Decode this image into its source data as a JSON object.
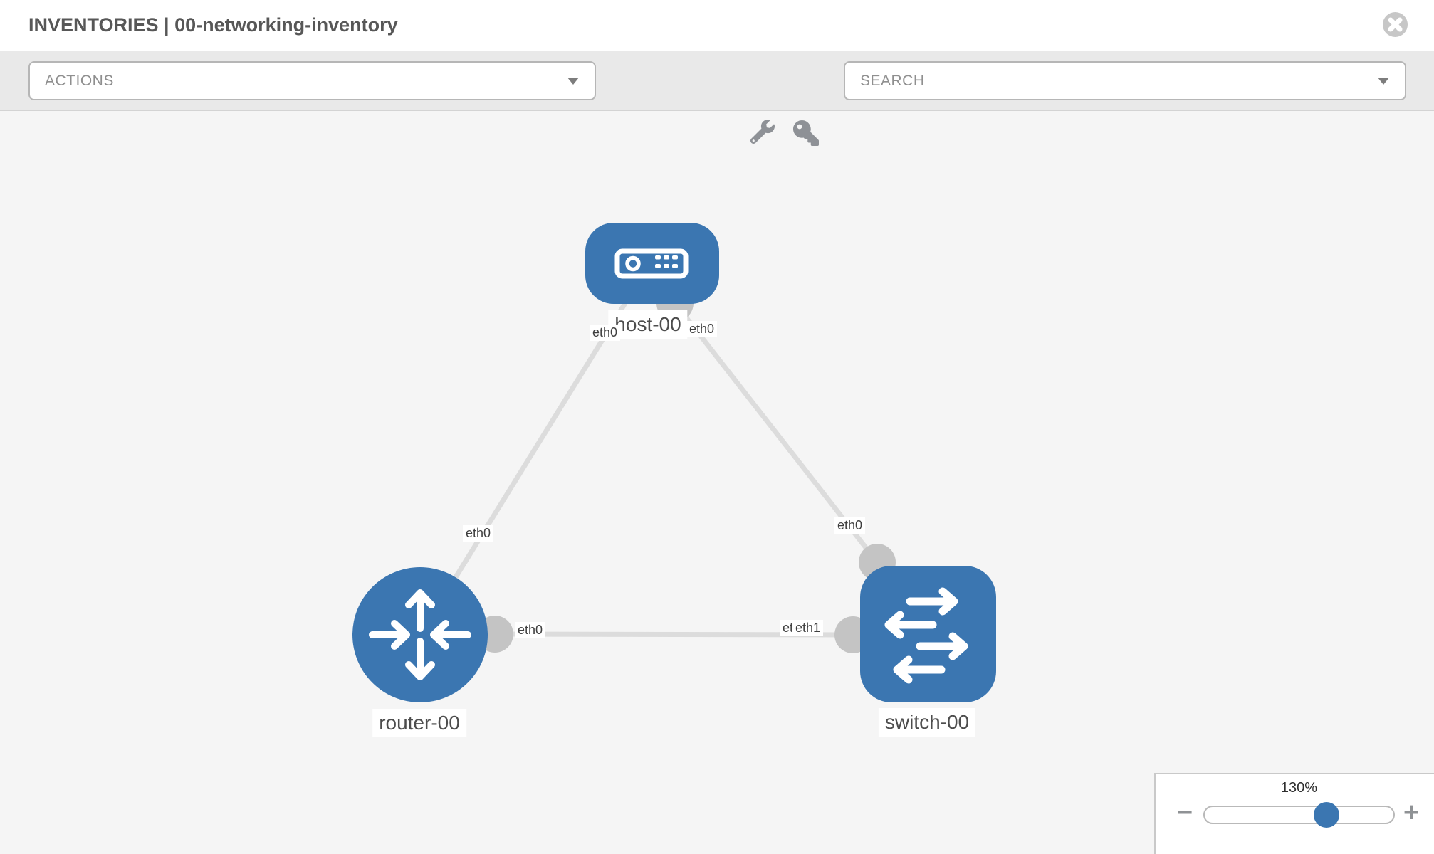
{
  "header": {
    "title": "INVENTORIES | 00-networking-inventory"
  },
  "toolbar": {
    "actions_label": "ACTIONS",
    "search_label": "SEARCH",
    "icons": [
      "wrench-icon",
      "key-icon"
    ]
  },
  "canvas": {
    "nodes": [
      {
        "type": "host",
        "label": "host-00"
      },
      {
        "type": "router",
        "label": "router-00"
      },
      {
        "type": "switch",
        "label": "switch-00"
      }
    ],
    "links": [
      {
        "from": "host-00",
        "to": "router-00"
      },
      {
        "from": "host-00",
        "to": "switch-00"
      },
      {
        "from": "router-00",
        "to": "switch-00"
      }
    ],
    "iface_labels": {
      "host_to_router_at_host": "eth0",
      "host_to_router_at_router": "eth0",
      "host_to_switch_at_host": "eth0",
      "host_to_switch_at_switch": "eth0",
      "router_to_switch_at_router": "eth0",
      "router_to_switch_at_switch_under": "eth0",
      "router_to_switch_at_switch_over": "eth1"
    },
    "colors": {
      "node_blue": "#3b76b1",
      "port_gray": "#c4c4c4",
      "link_gray": "#dcdcdc"
    }
  },
  "zoom_control": {
    "value": "130%",
    "minus": "−",
    "plus": "+",
    "percent": 130
  }
}
